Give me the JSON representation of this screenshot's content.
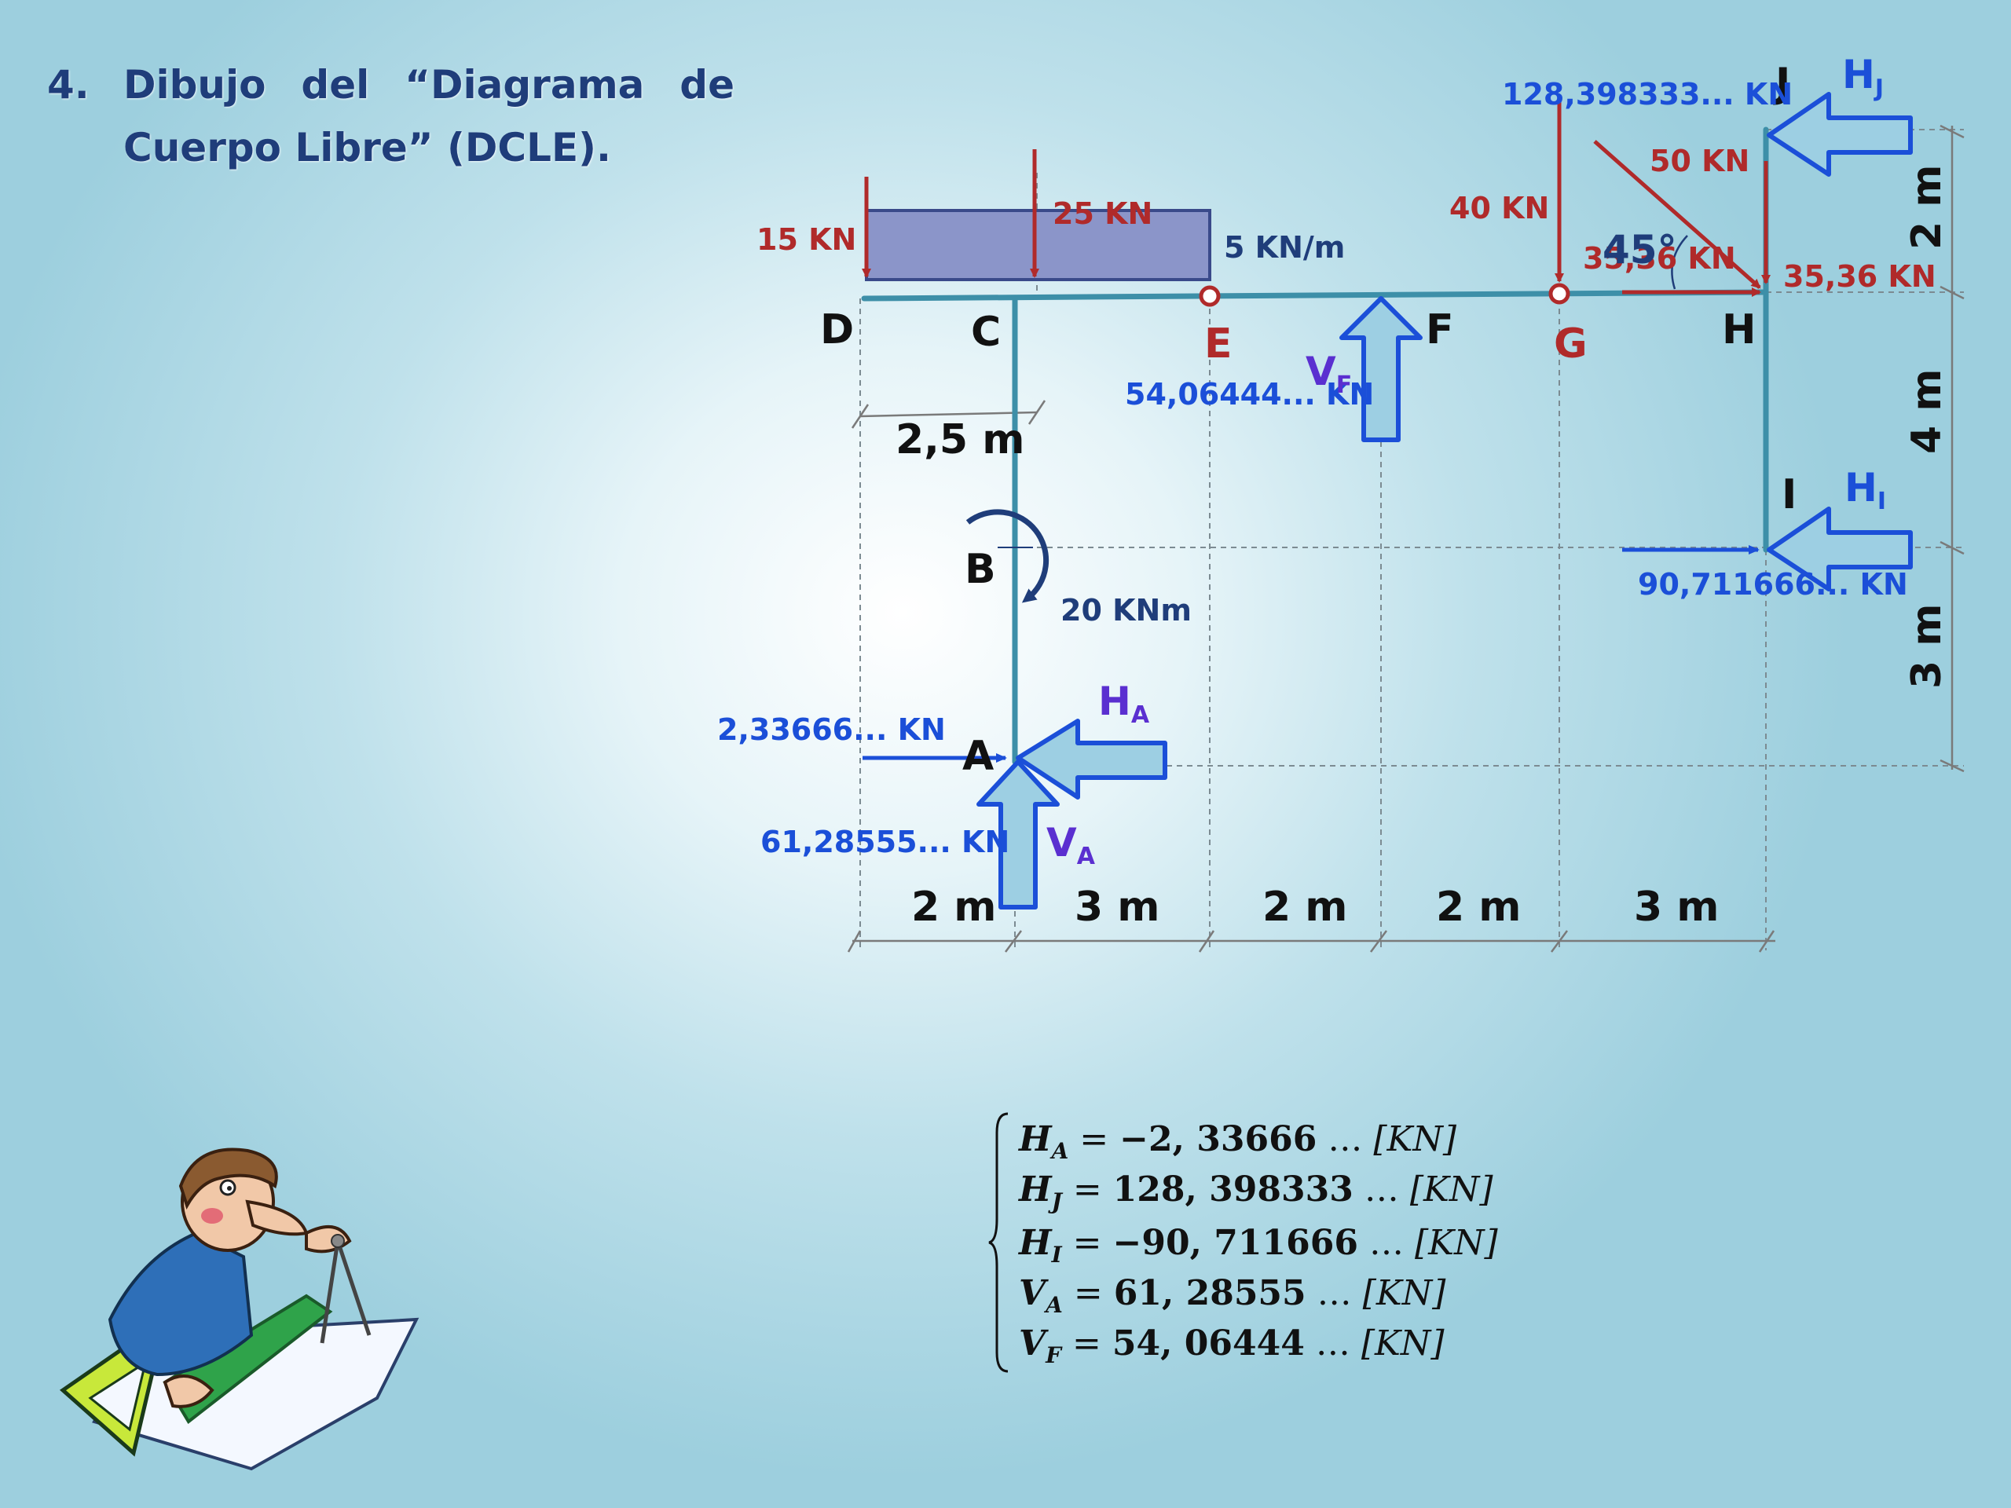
{
  "title": {
    "number": "4.",
    "text": "Dibujo del “Diagrama de Cuerpo Libre” (DCLE)."
  },
  "diagram": {
    "nodes": {
      "A": "A",
      "B": "B",
      "C": "C",
      "D": "D",
      "E": "E",
      "F": "F",
      "G": "G",
      "H": "H",
      "I": "I",
      "J": "J"
    },
    "dimensions": {
      "overhang": "2,5 m",
      "horizontal": [
        "2 m",
        "3 m",
        "2 m",
        "2 m",
        "3 m"
      ],
      "vertical": [
        "2 m",
        "4 m",
        "3 m"
      ]
    },
    "loads": {
      "point_d": "15 KN",
      "point_c": "25 KN",
      "distributed": "5 KN/m",
      "point_g": "40 KN",
      "inclined": "50 KN",
      "angle": "45°",
      "component_vertical": "35,36 KN",
      "component_horizontal": "35,36 KN",
      "moment": "20 KNm"
    },
    "reactions": {
      "HJ": {
        "symbol": "H",
        "sub": "J",
        "value": "128,398333... KN"
      },
      "HI": {
        "symbol": "H",
        "sub": "I",
        "value": "90,711666... KN"
      },
      "HA": {
        "symbol": "H",
        "sub": "A",
        "value": "2,33666... KN"
      },
      "VA": {
        "symbol": "V",
        "sub": "A",
        "value": "61,28555... KN"
      },
      "VF": {
        "symbol": "V",
        "sub": "F",
        "value": "54,06444... KN"
      }
    },
    "colors": {
      "member": "#3d8fa8",
      "load": "#b02a2a",
      "reaction": "#1b4fd8",
      "reaction_fill": "#9dcfe3",
      "udl_fill": "#8b95c9"
    }
  },
  "equations": [
    {
      "sym": "H",
      "sub": "A",
      "val": "−2, 33666",
      "tail": " … ",
      "unit": "[KN]"
    },
    {
      "sym": "H",
      "sub": "J",
      "val": "128, 398333",
      "tail": " … ",
      "unit": "[KN]"
    },
    {
      "sym": "H",
      "sub": "I",
      "val": "−90, 711666",
      "tail": " … ",
      "unit": "[KN]"
    },
    {
      "sym": "V",
      "sub": "A",
      "val": "61, 28555",
      "tail": " … ",
      "unit": "[KN]"
    },
    {
      "sym": "V",
      "sub": "F",
      "val": "54, 06444",
      "tail": " … ",
      "unit": "[KN]"
    }
  ],
  "clipart": {
    "icon": "engineer-drawing-icon"
  }
}
